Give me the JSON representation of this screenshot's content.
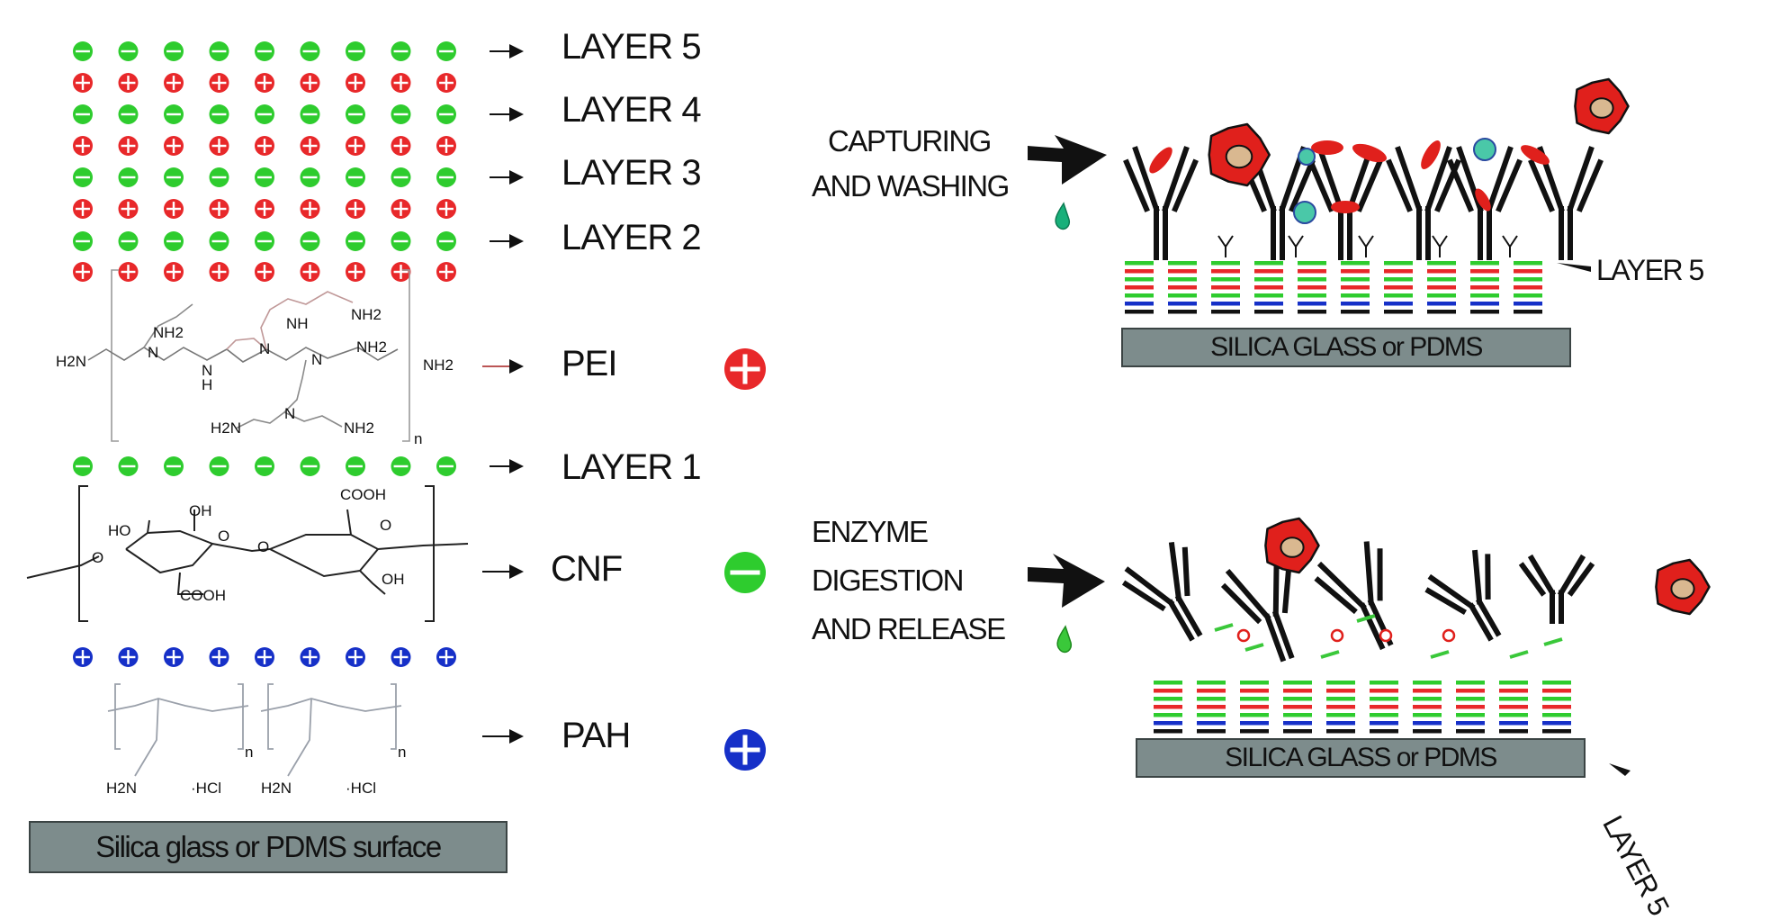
{
  "layers": {
    "layer5": "LAYER 5",
    "layer4": "LAYER 4",
    "layer3": "LAYER 3",
    "layer2": "LAYER 2",
    "layer1": "LAYER 1"
  },
  "polymers": {
    "pei": "PEI",
    "cnf": "CNF",
    "pah": "PAH"
  },
  "chem": {
    "h2n": "H2N",
    "nh2": "NH2",
    "nh": "NH",
    "n": "N",
    "h": "H",
    "oh": "OH",
    "ho": "HO",
    "o": "O",
    "cooh": "COOH",
    "hcl": "·HCl",
    "sub_n": "n"
  },
  "surface_left": "Silica glass or PDMS surface",
  "steps": {
    "capture_line1": "CAPTURING",
    "capture_line2": "AND WASHING",
    "enzyme_line1": "ENZYME",
    "enzyme_line2": "DIGESTION",
    "enzyme_line3": "AND RELEASE"
  },
  "substrate_right": "SILICA GLASS or PDMS",
  "layer5_right_top": "LAYER 5",
  "layer5_right_bottom": "LAYER 5",
  "colors": {
    "negative_green": "#2ecc2e",
    "positive_red": "#e8282a",
    "positive_blue": "#1630c8",
    "cell_red": "#e0201c",
    "nucleus": "#d9b890",
    "substrate": "#7d8c8c",
    "droplet": "#18b07a"
  }
}
